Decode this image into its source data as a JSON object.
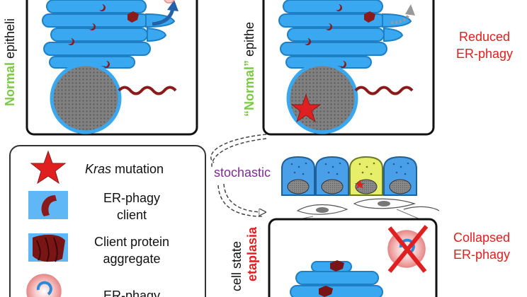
{
  "labels": {
    "normal_word": "Normal",
    "epitheli_word": " epitheli",
    "normal_quoted_word": "“Normal”",
    "epithe_word": " epithe",
    "reduced_line1": "Reduced",
    "reduced_line2": "ER-phagy",
    "stochastic": "stochastic",
    "collapsed_line1": "Collapsed",
    "collapsed_line2": "ER-phagy",
    "cell_state": "cell state",
    "metaplasia": "etaplasia"
  },
  "legend": {
    "kras_italic": "Kras",
    "kras_rest": " mutation",
    "client_line1": "ER-phagy",
    "client_line2": "client",
    "aggregate_line1": "Client protein",
    "aggregate_line2": "aggregate",
    "receptor_partial": "ER-phagy"
  },
  "colors": {
    "er_blue": "#3aa8f0",
    "er_stroke": "#1f7fc4",
    "nucleus_gray": "#7a7a7a",
    "red": "#e02020",
    "green": "#7ac943",
    "purple": "#7b2d8e",
    "dark_red": "#8b1a1a",
    "yellow_cell": "#e6ee6a",
    "arrow_blue": "#2461a8"
  }
}
